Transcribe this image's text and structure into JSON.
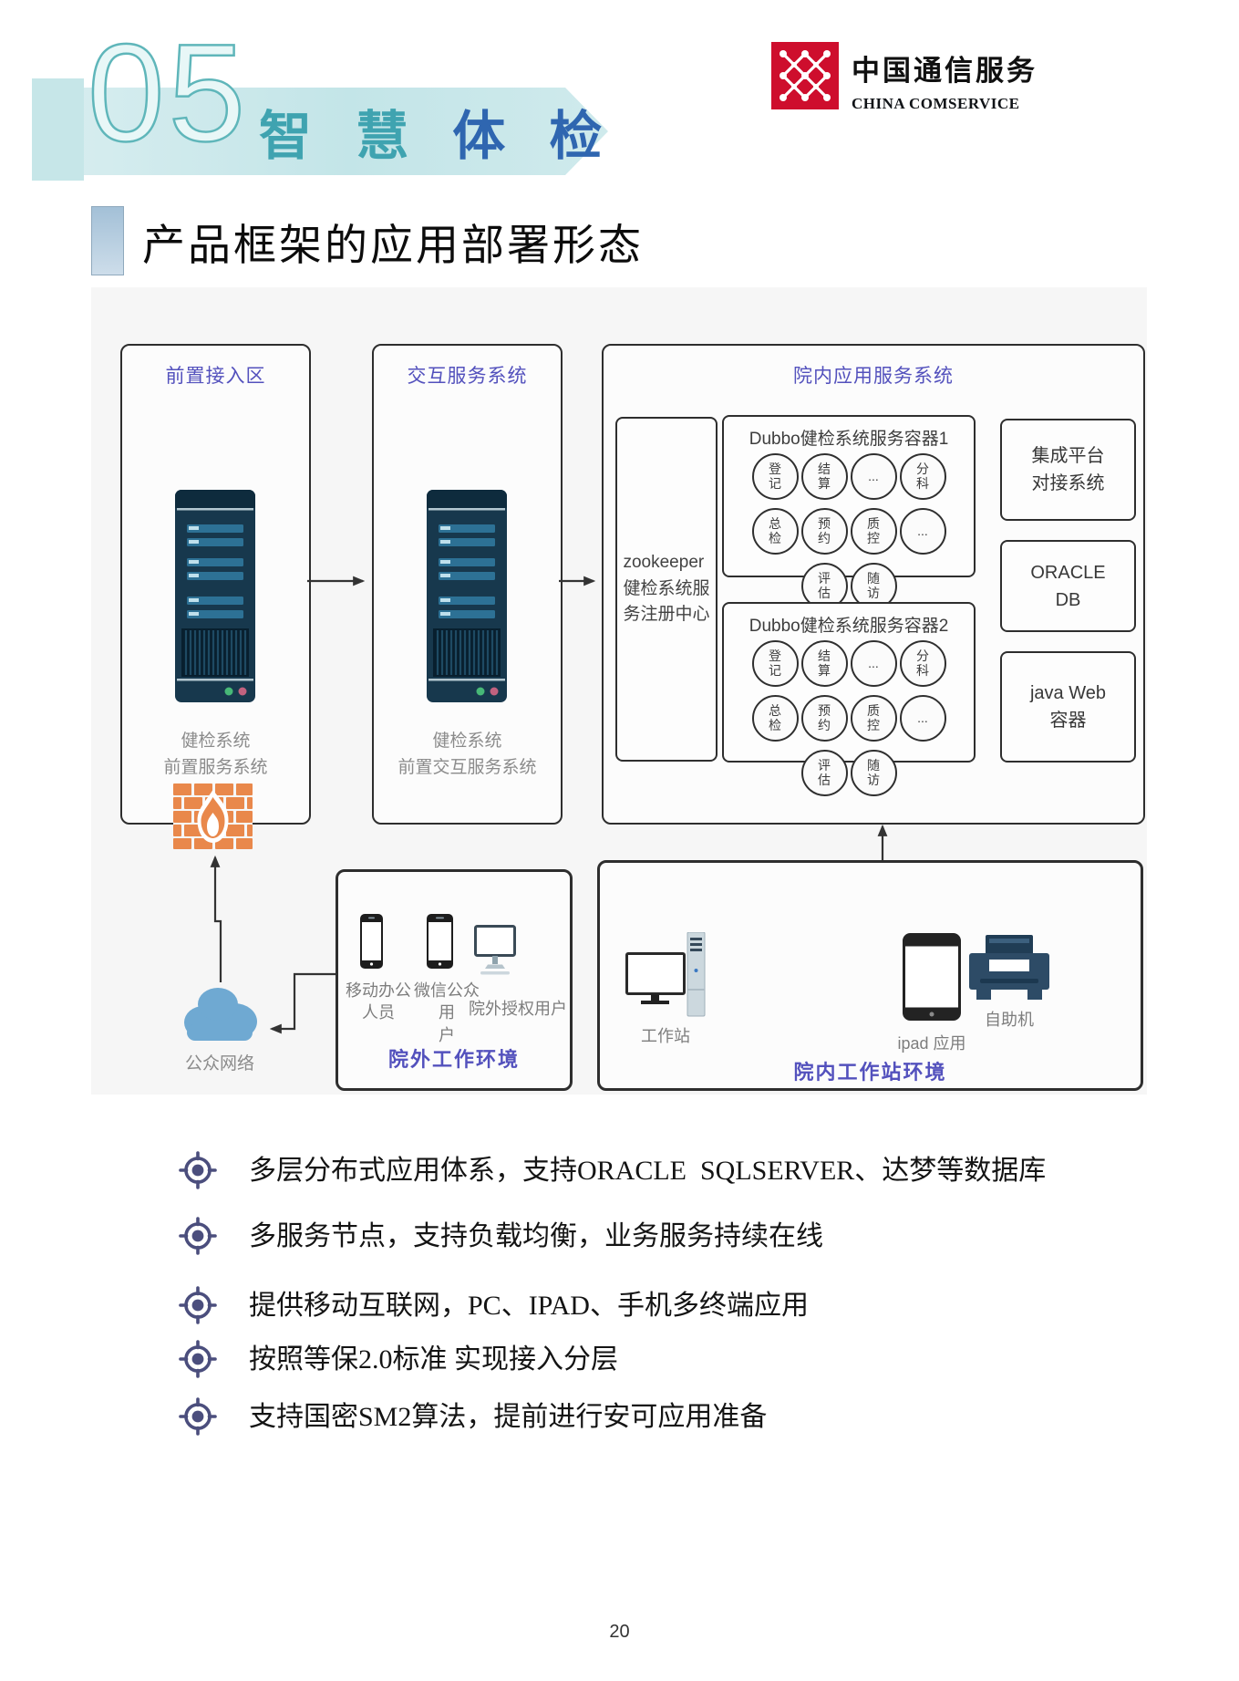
{
  "header": {
    "section_number": "05",
    "section_title_part1": "智 慧",
    "section_title_part2": "体 检",
    "logo": {
      "name_cn": "中国通信服务",
      "name_en": "CHINA COMSERVICE",
      "brand_red": "#ce0e2d"
    }
  },
  "page_title": "产品框架的应用部署形态",
  "diagram": {
    "frontend_zone": {
      "title": "前置接入区",
      "server_label": "健检系统\n前置服务系统"
    },
    "interactive_zone": {
      "title": "交互服务系统",
      "server_label": "健检系统\n前置交互服务系统"
    },
    "hospital_zone": {
      "title": "院内应用服务系统",
      "registry_label": "zookeeper\n健检系统服\n务注册中心",
      "containers": [
        {
          "title": "Dubbo健检系统服务容器1",
          "services": [
            "登\n记",
            "结\n算",
            "...",
            "分\n科",
            "总\n检",
            "预\n约",
            "质\n控",
            "...",
            "评\n估",
            "随\n访"
          ]
        },
        {
          "title": "Dubbo健检系统服务容器2",
          "services": [
            "登\n记",
            "结\n算",
            "...",
            "分\n科",
            "总\n检",
            "预\n约",
            "质\n控",
            "...",
            "评\n估",
            "随\n访"
          ]
        }
      ],
      "integration_label": "集成平台\n对接系统",
      "database_label": "ORACLE\nDB",
      "web_container_label": "java Web\n容器"
    },
    "public_network_label": "公众网络",
    "external_env": {
      "title": "院外工作环境",
      "devices": [
        "移动办公\n人员",
        "微信公众用\n户",
        "院外授权用户"
      ]
    },
    "internal_env": {
      "title": "院内工作站环境",
      "devices": [
        "工作站",
        "ipad 应用",
        "自助机"
      ]
    }
  },
  "features": [
    "多层分布式应用体系，支持ORACLE  SQLSERVER、达梦等数据库",
    "多服务节点，支持负载均衡，业务服务持续在线",
    "提供移动互联网，PC、IPAD、手机多终端应用",
    "按照等保2.0标准 实现接入分层",
    "支持国密SM2算法，提前进行安可应用准备"
  ],
  "page_number": "20",
  "colors": {
    "accent_teal": "#5fb6ba",
    "accent_blue": "#2f66b0",
    "label_purple": "#5351bd",
    "firewall_orange": "#e9884b",
    "cloud_blue": "#6fa9d2",
    "bullet_indigo": "#4b4e7d",
    "server_navy": "#17384d"
  }
}
